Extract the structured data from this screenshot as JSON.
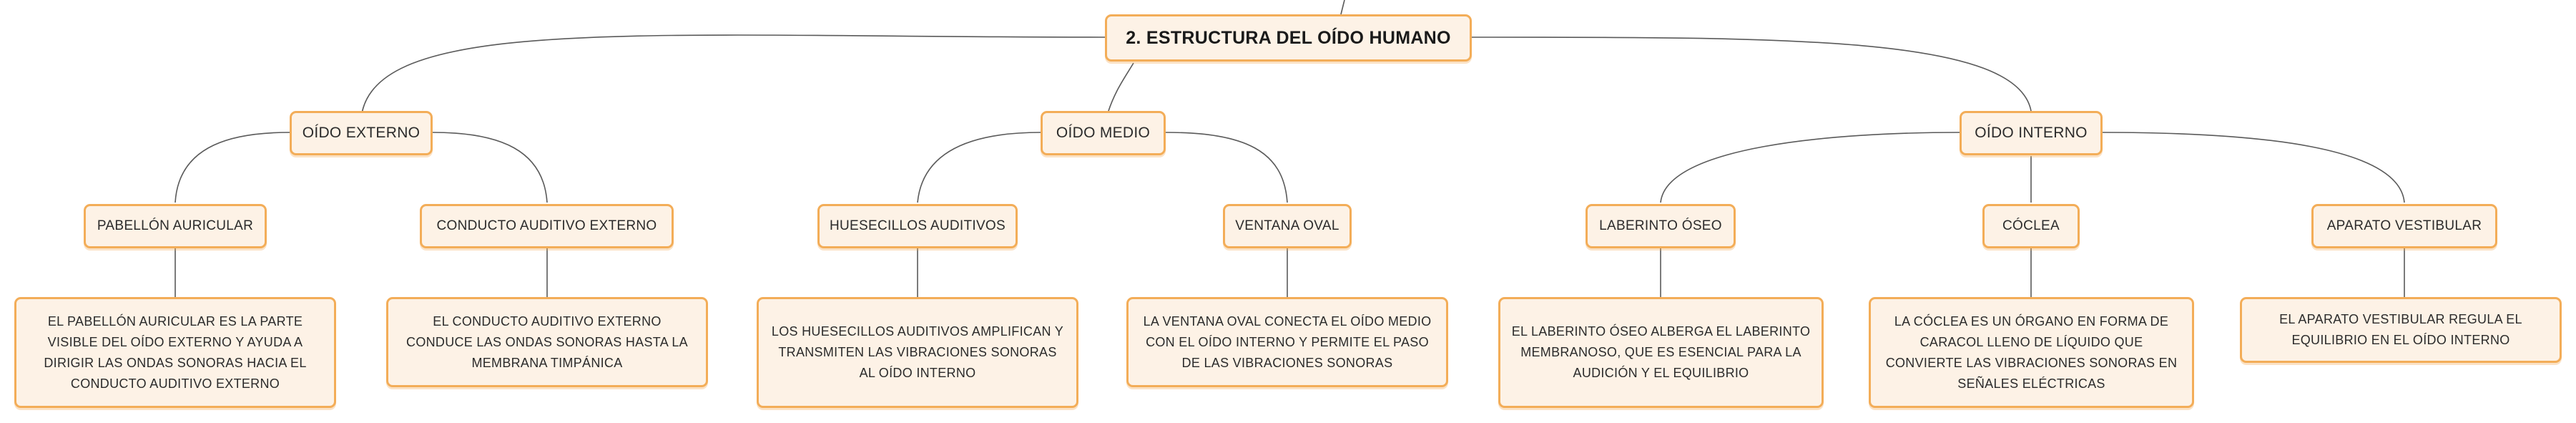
{
  "diagram": {
    "root": {
      "title": "2. ESTRUCTURA DEL OÍDO HUMANO"
    },
    "branches": [
      {
        "label": "OÍDO EXTERNO",
        "children": [
          {
            "label": "PABELLÓN AURICULAR",
            "description": "EL PABELLÓN AURICULAR ES LA PARTE VISIBLE DEL OÍDO EXTERNO Y AYUDA A DIRIGIR LAS ONDAS SONORAS HACIA EL CONDUCTO AUDITIVO EXTERNO"
          },
          {
            "label": "CONDUCTO AUDITIVO EXTERNO",
            "description": "EL CONDUCTO AUDITIVO EXTERNO CONDUCE LAS ONDAS SONORAS HASTA LA MEMBRANA TIMPÁNICA"
          }
        ]
      },
      {
        "label": "OÍDO MEDIO",
        "children": [
          {
            "label": "HUESECILLOS AUDITIVOS",
            "description": "LOS HUESECILLOS AUDITIVOS AMPLIFICAN Y TRANSMITEN LAS VIBRACIONES SONORAS AL OÍDO INTERNO"
          },
          {
            "label": "VENTANA OVAL",
            "description": "LA VENTANA OVAL CONECTA EL OÍDO MEDIO CON EL OÍDO INTERNO Y PERMITE EL PASO DE LAS VIBRACIONES SONORAS"
          }
        ]
      },
      {
        "label": "OÍDO INTERNO",
        "children": [
          {
            "label": "LABERINTO ÓSEO",
            "description": "EL LABERINTO ÓSEO ALBERGA EL LABERINTO MEMBRANOSO, QUE ES ESENCIAL PARA LA AUDICIÓN Y EL EQUILIBRIO"
          },
          {
            "label": "CÓCLEA",
            "description": "LA CÓCLEA ES UN ÓRGANO EN FORMA DE CARACOL LLENO DE LÍQUIDO QUE CONVIERTE LAS VIBRACIONES SONORAS EN SEÑALES ELÉCTRICAS"
          },
          {
            "label": "APARATO VESTIBULAR",
            "description": "EL APARATO VESTIBULAR REGULA EL EQUILIBRIO EN EL OÍDO INTERNO"
          }
        ]
      }
    ]
  },
  "colors": {
    "node_fill": "#fdf2e6",
    "node_border": "#f3ad58",
    "connector": "#5a5a5a",
    "text": "#2b2b2b"
  }
}
